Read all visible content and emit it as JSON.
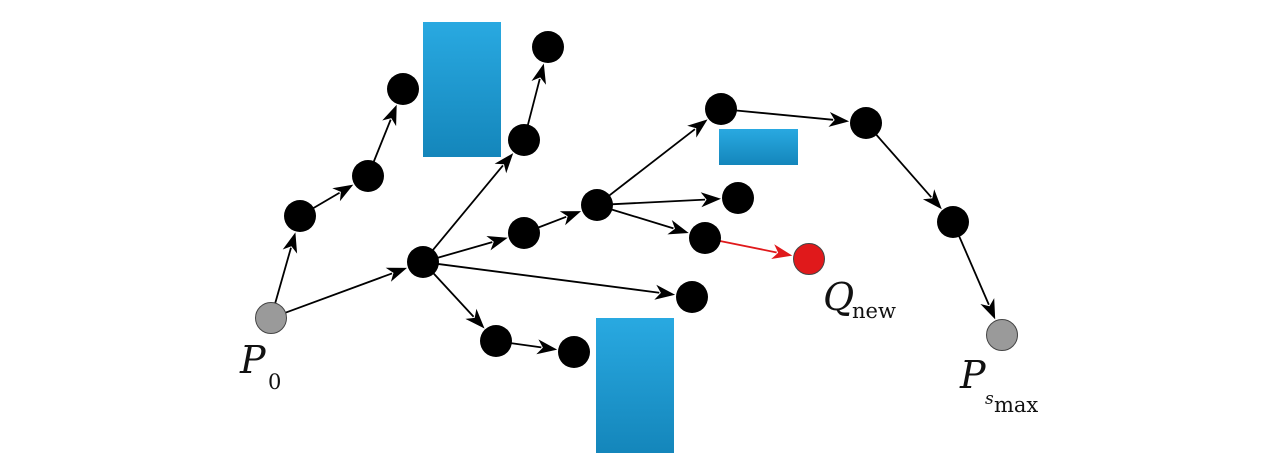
{
  "diagram": {
    "colors": {
      "obstacle_top": "#29a9e1",
      "obstacle_bottom": "#1486bb",
      "tree_node": "#000000",
      "endpoint_node": "#9a9a9a",
      "new_node": "#e0191b",
      "tree_edge": "#000000",
      "new_edge": "#e0191b"
    },
    "labels": {
      "start": {
        "main": "P",
        "sub": "0"
      },
      "goal": {
        "main": "P",
        "sub": "s",
        "subsub": "max"
      },
      "new_node": {
        "main": "Q",
        "sub": "new"
      }
    }
  }
}
